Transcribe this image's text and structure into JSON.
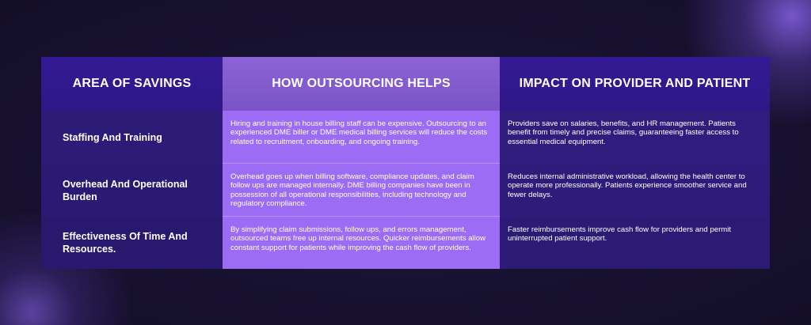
{
  "headers": [
    "AREA OF SAVINGS",
    "HOW OUTSOURCING HELPS",
    "IMPACT ON PROVIDER AND PATIENT"
  ],
  "rows": [
    {
      "area": "Staffing And Training",
      "how": "Hiring and training in house billing staff can be expensive. Outsourcing to an experienced DME biller or DME medical billing services will reduce the costs related to recruitment, onboarding, and ongoing training.",
      "impact": "Providers save on salaries, benefits, and HR management. Patients benefit from timely and precise claims, guaranteeing faster access to essential medical equipment."
    },
    {
      "area": "Overhead And Operational Burden",
      "how": "Overhead goes up when billing software, compliance updates, and claim follow ups are managed internally. DME billing companies have been in possession of all operational responsibilities, including technology and regulatory compliance.",
      "impact": "Reduces internal administrative workload, allowing the health center to operate more professionally. Patients experience smoother service and fewer delays."
    },
    {
      "area": "Effectiveness Of Time And Resources.",
      "how": "By simplifying claim submissions, follow ups, and errors management, outsourced teams free up internal resources. Quicker reimbursements allow constant support for patients while improving the cash flow of providers.",
      "impact": "Faster reimbursements improve cash flow for providers and permit uninterrupted patient support."
    }
  ],
  "colors": {
    "background": "#15102e",
    "dark_cell": "#2c1a7a",
    "highlight_column": "#9b6cf3"
  }
}
